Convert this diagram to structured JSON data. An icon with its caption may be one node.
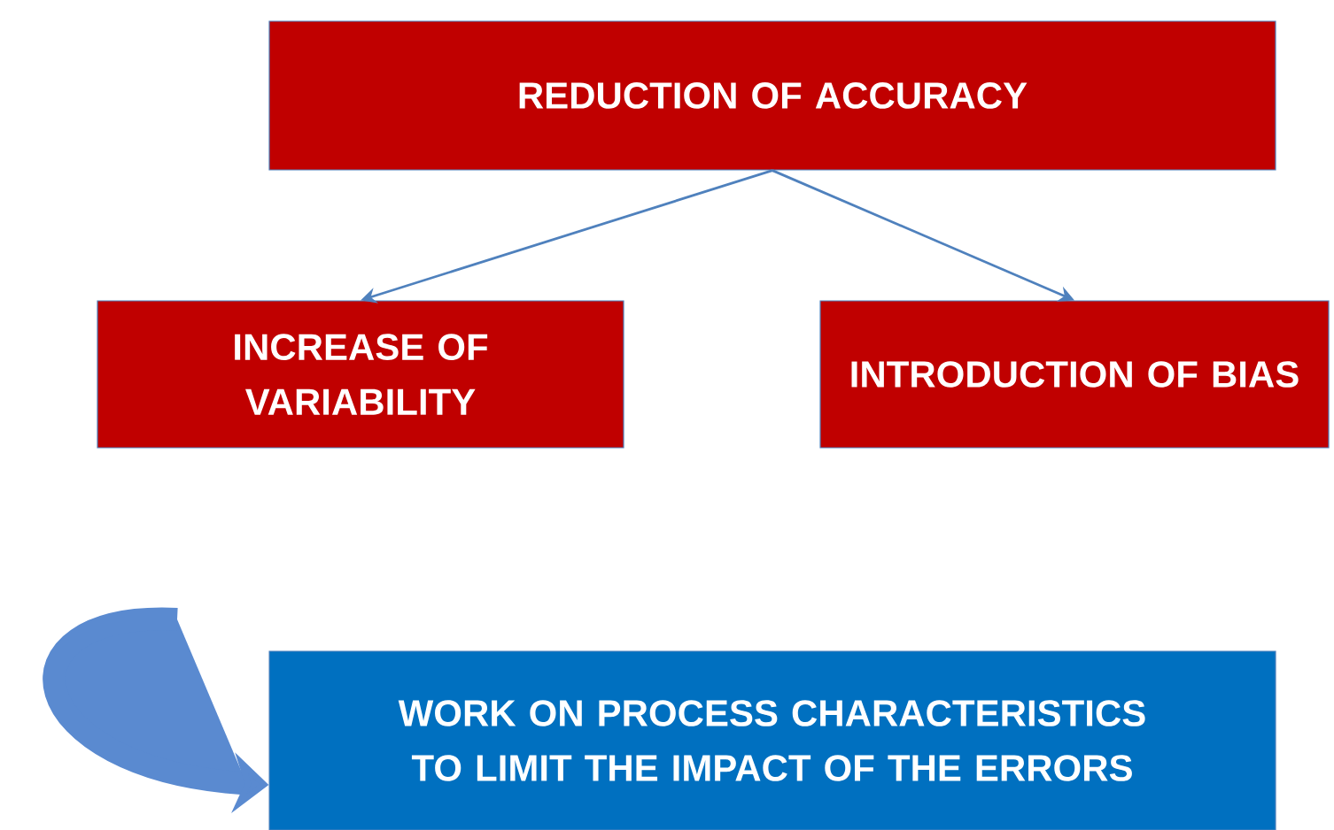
{
  "diagram": {
    "nodes": [
      {
        "text": [
          "REDUCTION OF ACCURACY"
        ]
      },
      {
        "text": [
          "INCREASE OF VARIABILITY"
        ]
      },
      {
        "text": [
          "INTRODUCTION OF BIAS"
        ]
      },
      {
        "text": [
          "WORK ON PROCESS CHARACTERISTICS TO LIMIT THE IMPACT OF THE ERRORS"
        ]
      }
    ],
    "edges": [
      {
        "from": 0,
        "to": 1,
        "arrow": "to"
      },
      {
        "from": 0,
        "to": 2,
        "arrow": "to"
      },
      {
        "from": null,
        "to": 3,
        "arrow": "to",
        "style": "thick"
      }
    ]
  }
}
